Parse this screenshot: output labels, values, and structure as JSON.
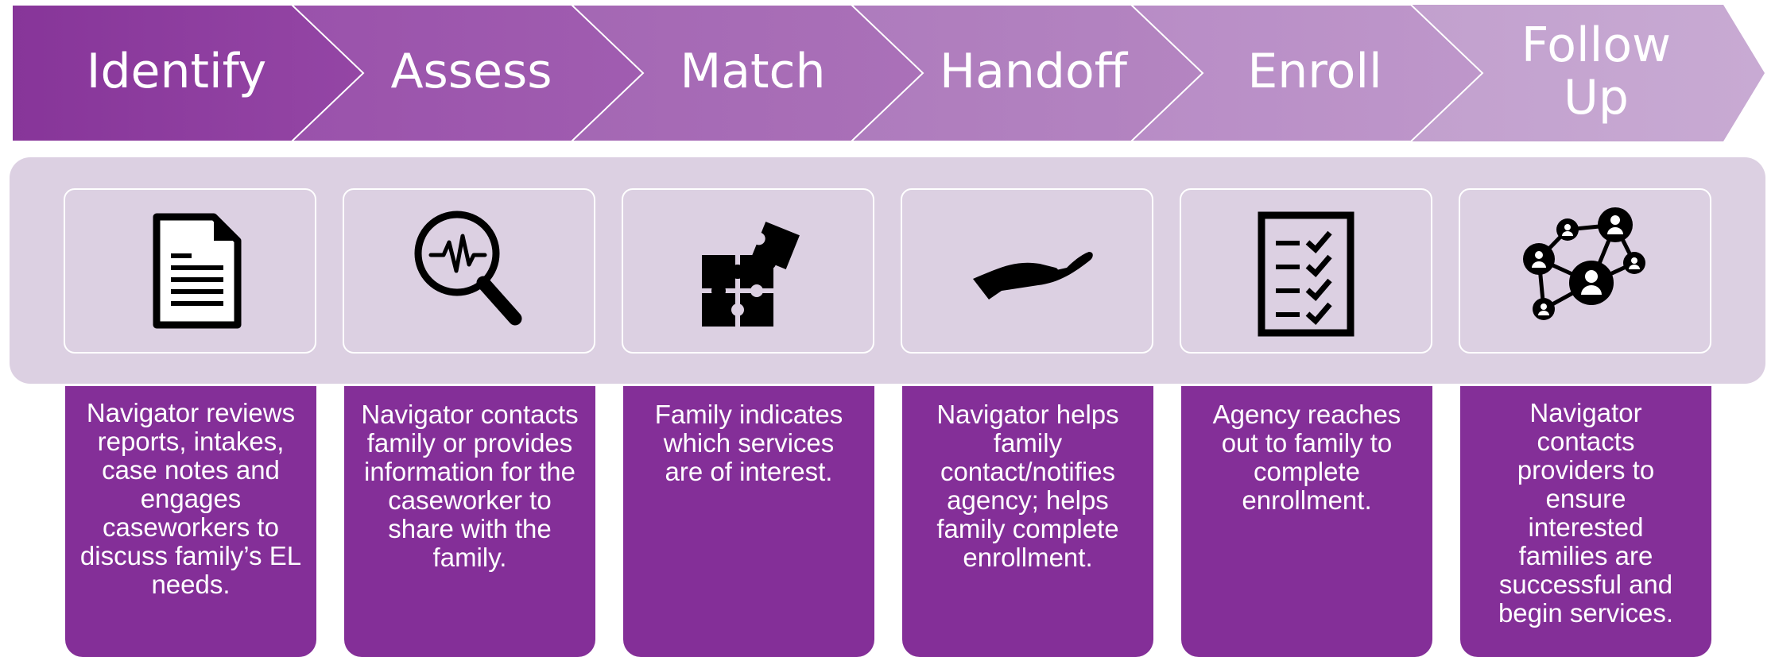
{
  "steps": [
    {
      "title": "Identify",
      "icon": "document-icon",
      "description": "Navigator reviews reports, intakes, case notes and engages caseworkers to discuss family’s EL needs."
    },
    {
      "title": "Assess",
      "icon": "magnifier-waveform-icon",
      "description": "Navigator contacts family or provides information for the caseworker to share with the family."
    },
    {
      "title": "Match",
      "icon": "puzzle-pieces-icon",
      "description": "Family indicates which services are of interest."
    },
    {
      "title": "Handoff",
      "icon": "open-hand-icon",
      "description": "Navigator helps family contact/notifies agency; helps family complete enrollment."
    },
    {
      "title": "Enroll",
      "icon": "checklist-icon",
      "description": "Agency reaches out to family to complete enrollment."
    },
    {
      "title": "Follow Up",
      "icon": "people-network-icon",
      "description": "Navigator contacts providers to ensure interested families are successful and begin services."
    }
  ],
  "colors": {
    "chevron_shades": [
      "#8b3c9e",
      "#9a54ab",
      "#a66bb6",
      "#b27fc0",
      "#bb91c9",
      "#c6a4d2"
    ],
    "panel": "#dcd0e2",
    "description_box": "#842f98",
    "icon": "#000000"
  }
}
